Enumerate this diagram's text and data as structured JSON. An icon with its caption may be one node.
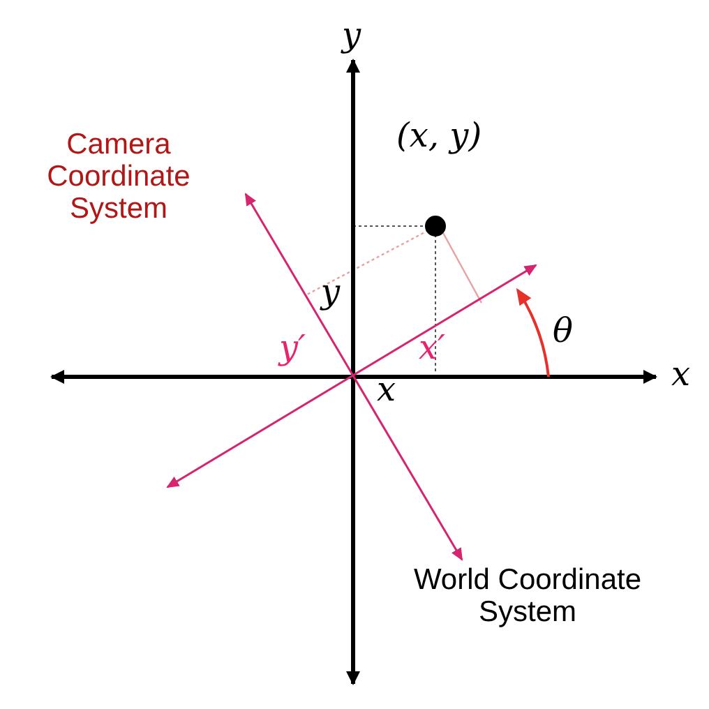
{
  "diagram": {
    "labels": [
      "y",
      "(x, y)",
      "Camera Coordinate System",
      "y",
      "θ",
      "y′",
      "x′",
      "x",
      "x",
      "World Coordinate System"
    ]
  }
}
